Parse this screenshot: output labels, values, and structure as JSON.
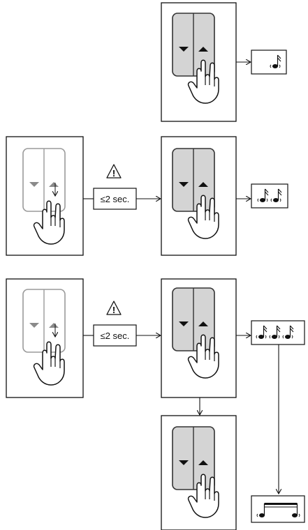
{
  "diagram": {
    "rows": [
      {
        "id": "row-1",
        "steps": [
          "press-and-hold-both-buttons"
        ],
        "feedback_sound": "single-beep"
      },
      {
        "id": "row-2",
        "steps": [
          "release-buttons",
          "press-and-hold-both-buttons"
        ],
        "warning_icon": "warning-triangle-icon",
        "timing_label": "≤2 sec.",
        "feedback_sound": "double-beep"
      },
      {
        "id": "row-3",
        "steps": [
          "release-buttons",
          "press-and-hold-both-buttons",
          "press-and-hold-both-buttons"
        ],
        "warning_icon": "warning-triangle-icon",
        "timing_label": "≤2 sec.",
        "feedback_sound": "triple-beep",
        "final_feedback_sound": "long-beep"
      }
    ]
  }
}
